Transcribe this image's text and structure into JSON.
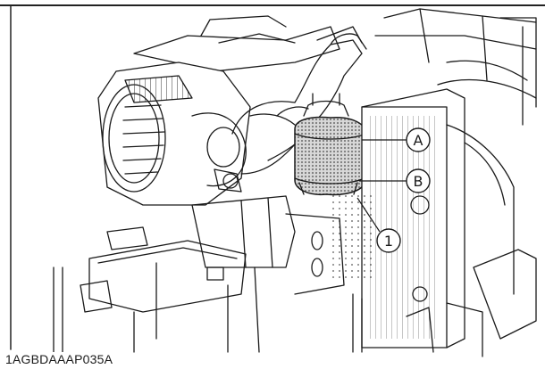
{
  "figure": {
    "code": "1AGBDAAAP035A"
  },
  "callouts": {
    "a": "A",
    "b": "B",
    "one": "1"
  },
  "colors": {
    "line": "#1a1a1a",
    "paper": "#ffffff",
    "mesh": "#9a9a9a"
  }
}
